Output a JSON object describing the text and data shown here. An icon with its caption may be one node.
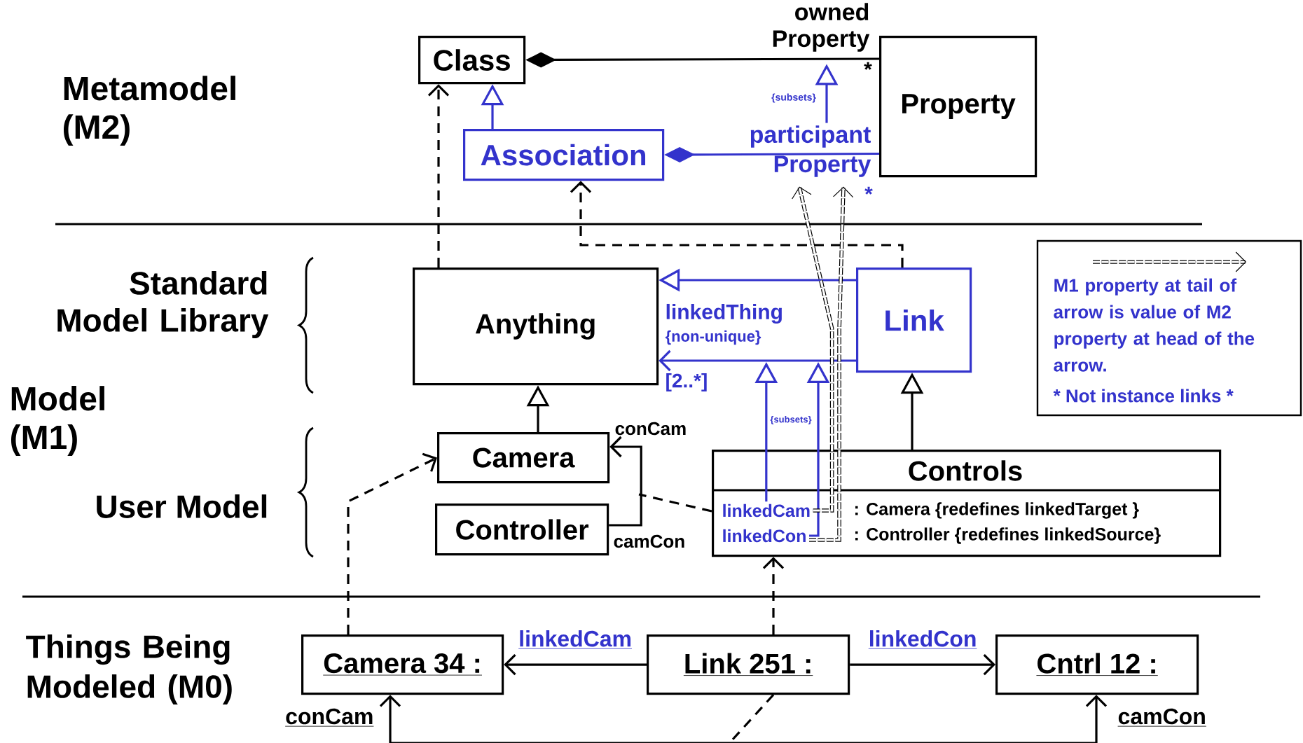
{
  "diagram": {
    "nodes": [
      {
        "text": [
          "Class"
        ]
      },
      {
        "text": [
          "Property"
        ]
      },
      {
        "text": [
          "Association"
        ]
      },
      {
        "text": [
          "Anything"
        ]
      },
      {
        "text": [
          "Link"
        ]
      },
      {
        "text": [
          "Camera"
        ]
      },
      {
        "text": [
          "Controller"
        ]
      },
      {
        "text": [
          "Controls",
          ": Camera {redefines linkedTarget }",
          ": Controller {redefines linkedSource}"
        ]
      },
      {
        "text": [
          "linkedCam"
        ],
        "in": 7
      },
      {
        "text": [
          "linkedCon"
        ],
        "in": 7
      },
      {
        "text": [
          "Camera 34 :"
        ]
      },
      {
        "text": [
          "Link 251 :"
        ]
      },
      {
        "text": [
          "Cntrl 12 :"
        ]
      },
      {
        "text": [
          "participant Property"
        ]
      },
      {
        "text": [
          "owned Property"
        ]
      }
    ],
    "edges": [
      {
        "from": 2,
        "to": 0,
        "arrow": "to",
        "color": "#3333cc"
      },
      {
        "from": 0,
        "to": 1,
        "arrow": "other"
      },
      {
        "from": 2,
        "to": 1,
        "arrow": "other",
        "color": "#3333cc"
      },
      {
        "from": 3,
        "to": 0,
        "arrow": "to",
        "style": "dashed"
      },
      {
        "from": 4,
        "to": 2,
        "arrow": "to",
        "style": "dashed"
      },
      {
        "from": 4,
        "to": 3,
        "arrow": "to",
        "color": "#3333cc"
      },
      {
        "from": 4,
        "to": 3,
        "arrow": "to",
        "color": "#3333cc"
      },
      {
        "from": 5,
        "to": 3,
        "arrow": "to"
      },
      {
        "from": 7,
        "to": 4,
        "arrow": "to"
      },
      {
        "from": 6,
        "to": 5,
        "arrow": "to"
      },
      {
        "from": 7,
        "to": null,
        "arrow": "none",
        "style": "dashed"
      },
      {
        "from": 8,
        "to": null,
        "arrow": "to",
        "color": "#3333cc"
      },
      {
        "from": 9,
        "to": null,
        "arrow": "to",
        "color": "#3333cc"
      },
      {
        "from": 8,
        "to": 13,
        "arrow": "to",
        "style": "dashed"
      },
      {
        "from": 9,
        "to": 13,
        "arrow": "to",
        "style": "dashed"
      },
      {
        "from": 10,
        "to": 5,
        "arrow": "to",
        "style": "dashed"
      },
      {
        "from": 11,
        "to": 7,
        "arrow": "to",
        "style": "dashed"
      },
      {
        "from": 11,
        "to": 10,
        "arrow": "to",
        "label": "linkedCam"
      },
      {
        "from": 11,
        "to": 12,
        "arrow": "to",
        "label": "linkedCon"
      },
      {
        "from": 10,
        "to": 12,
        "arrow": "both"
      },
      {
        "from": 11,
        "to": null,
        "arrow": "none",
        "style": "dashed"
      },
      {
        "from": 13,
        "to": 14,
        "arrow": "to",
        "color": "#3333cc"
      }
    ],
    "labels": [
      "Metamodel (M2)",
      "*",
      "{subsets}",
      "*",
      "Standard Model Library",
      "Model (M1)",
      "User Model",
      "Things Being Modeled (M0)",
      "linkedThing",
      "{non-unique}",
      "[2..*]",
      "{subsets}",
      "conCam",
      "camCon",
      "conCam",
      "camCon",
      "*",
      "Not instance links",
      "*"
    ],
    "legend": [
      {
        "text": "M1 property at tail of arrow is value of M2 property at head of the arrow."
      }
    ]
  }
}
